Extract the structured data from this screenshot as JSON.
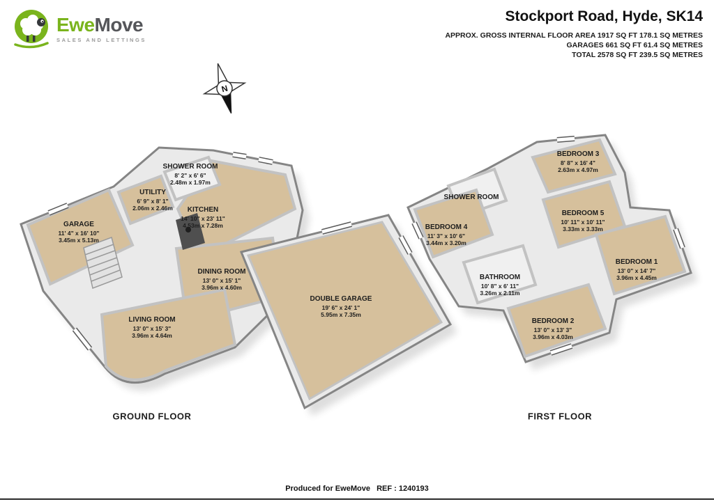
{
  "header": {
    "brand": {
      "ewe": "Ewe",
      "move": "Move",
      "tagline": "SALES AND LETTINGS"
    },
    "title": "Stockport Road, Hyde, SK14",
    "area_line1": "APPROX. GROSS INTERNAL FLOOR AREA 1917 SQ FT 178.1 SQ METRES",
    "area_line2": "GARAGES 661 SQ FT 61.4 SQ METRES",
    "area_line3": "TOTAL 2578 SQ FT 239.5 SQ METRES"
  },
  "compass": {
    "label": "N"
  },
  "ground_floor": {
    "caption": "GROUND FLOOR",
    "rooms": {
      "shower": {
        "name": "SHOWER ROOM",
        "imperial": "8' 2\" x 6' 6\"",
        "metric": "2.48m x 1.97m"
      },
      "utility": {
        "name": "UTILITY",
        "imperial": "6' 9\" x 8' 1\"",
        "metric": "2.06m x 2.46m"
      },
      "kitchen": {
        "name": "KITCHEN",
        "imperial": "14' 10\" x 23' 11\"",
        "metric": "4.53m x 7.28m"
      },
      "garage": {
        "name": "GARAGE",
        "imperial": "11' 4\" x 16' 10\"",
        "metric": "3.45m x 5.13m"
      },
      "dining": {
        "name": "DINING ROOM",
        "imperial": "13' 0\" x 15' 1\"",
        "metric": "3.96m x 4.60m"
      },
      "living": {
        "name": "LIVING ROOM",
        "imperial": "13' 0\" x 15' 3\"",
        "metric": "3.96m x 4.64m"
      },
      "double_garage": {
        "name": "DOUBLE GARAGE",
        "imperial": "19' 6\" x 24' 1\"",
        "metric": "5.95m x 7.35m"
      }
    }
  },
  "first_floor": {
    "caption": "FIRST FLOOR",
    "rooms": {
      "bedroom3": {
        "name": "BEDROOM 3",
        "imperial": "8' 8\" x 16' 4\"",
        "metric": "2.63m x 4.97m"
      },
      "shower": {
        "name": "SHOWER ROOM"
      },
      "bedroom4": {
        "name": "BEDROOM 4",
        "imperial": "11' 3\" x 10' 6\"",
        "metric": "3.44m x 3.20m"
      },
      "bedroom5": {
        "name": "BEDROOM 5",
        "imperial": "10' 11\" x 10' 11\"",
        "metric": "3.33m x 3.33m"
      },
      "bedroom1": {
        "name": "BEDROOM 1",
        "imperial": "13' 0\" x 14' 7\"",
        "metric": "3.96m x 4.45m"
      },
      "bathroom": {
        "name": "BATHROOM",
        "imperial": "10' 8\" x 6' 11\"",
        "metric": "3.26m x 2.11m"
      },
      "bedroom2": {
        "name": "BEDROOM 2",
        "imperial": "13' 0\" x 13' 3\"",
        "metric": "3.96m x 4.03m"
      }
    }
  },
  "footer": {
    "text": "Produced for EweMove   REF : 1240193"
  },
  "colors": {
    "brand_green": "#7ab41d",
    "floor_tan": "#d6c09c",
    "wall_gray": "#858585",
    "text_dark": "#1a1a1a"
  }
}
